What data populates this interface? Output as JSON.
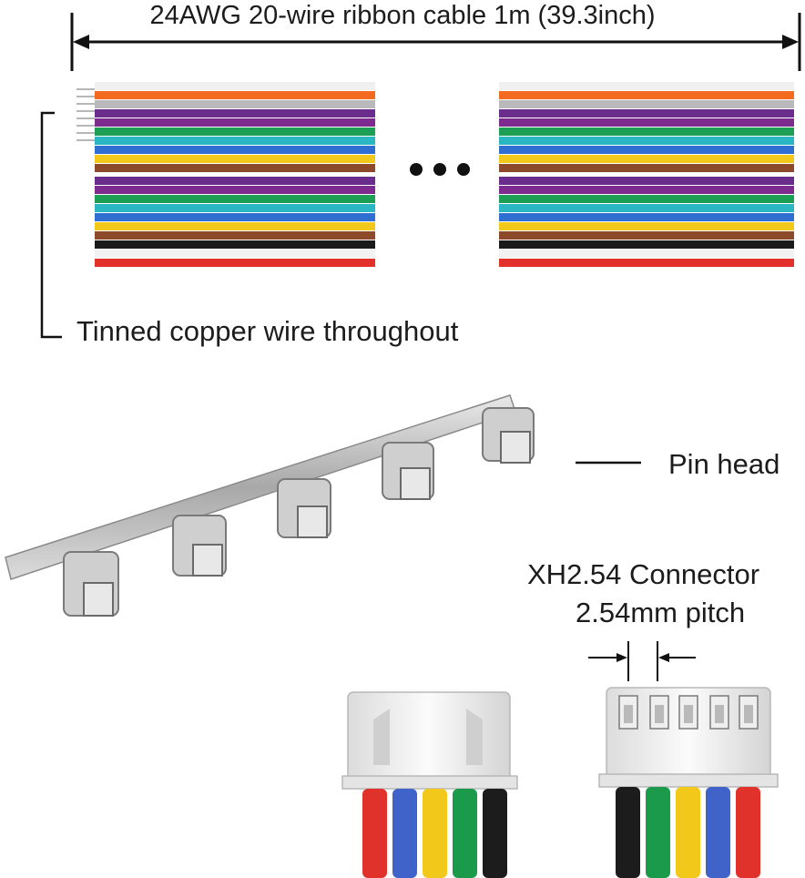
{
  "labels": {
    "cable_length": "24AWG 20-wire ribbon cable 1m (39.3inch)",
    "tinned": "Tinned copper wire throughout",
    "pin_head": "Pin head",
    "connector": "XH2.54 Connector",
    "pitch": "2.54mm pitch"
  },
  "wire_colors": [
    "#f0f0f0",
    "#f26b21",
    "#b9b9bc",
    "#6a2d8c",
    "#7d2b8f",
    "#1d9e55",
    "#2bb6c4",
    "#2f6fd1",
    "#f2c81b",
    "#8c4a2a",
    "#1a1a1a",
    "#f2f2f2",
    "#e2302a"
  ],
  "connector_wires_left": [
    "#e0322b",
    "#3f63c9",
    "#f2c81b",
    "#1a9a4a",
    "#1c1c1c"
  ],
  "connector_wires_right": [
    "#1c1c1c",
    "#1a9a4a",
    "#f2c81b",
    "#3f63c9",
    "#e0322b"
  ]
}
